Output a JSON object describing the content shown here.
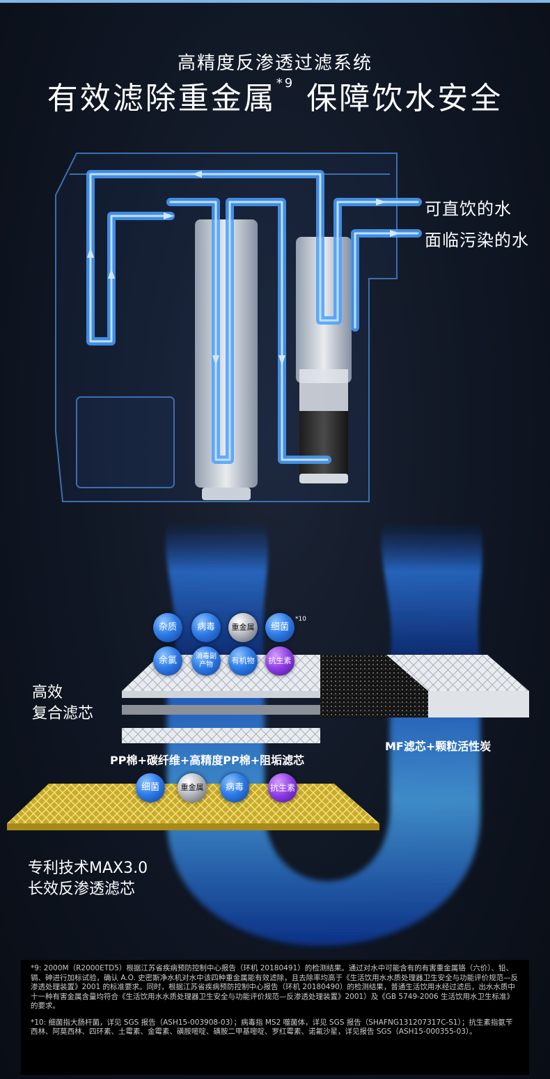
{
  "header": {
    "subtitle": "高精度反渗透过滤系统",
    "title_part1": "有效滤除重金属",
    "title_sup": "*9",
    "title_part2": "保障饮水安全"
  },
  "callouts": {
    "drinkable": "可直饮的水",
    "polluted": "面临污染的水"
  },
  "layers": {
    "composite_line1": "高效",
    "composite_line2": "复合滤芯",
    "pp_label": "PP棉+碳纤维+高精度PP棉+阻垢滤芯",
    "mf_label": "MF滤芯+颗粒活性炭",
    "ro_line1": "专利技术MAX3.0",
    "ro_line2": "长效反渗透滤芯"
  },
  "contaminants_top_row": [
    {
      "label": "杂质",
      "color": "blue"
    },
    {
      "label": "病毒",
      "color": "blue"
    },
    {
      "label": "重金属",
      "color": "gray"
    },
    {
      "label": "细菌",
      "color": "blue",
      "sup": "*10"
    }
  ],
  "contaminants_second_row": [
    {
      "label": "余氯",
      "color": "blue"
    },
    {
      "label": "消毒副产物",
      "color": "blue"
    },
    {
      "label": "有机物",
      "color": "blue"
    },
    {
      "label": "抗生素",
      "color": "purple"
    }
  ],
  "contaminants_ro_row": [
    {
      "label": "细菌",
      "color": "blue"
    },
    {
      "label": "重金属",
      "color": "gray"
    },
    {
      "label": "病毒",
      "color": "blue"
    },
    {
      "label": "抗生素",
      "color": "purple"
    }
  ],
  "footnotes": {
    "note9": "*9: 2000M（R2000ETD5）根据江苏省疾病预防控制中心报告（环机 20180491）的检测结果。通过对水中可能含有的有害重金属铬（六价）、铅、镉、砷进行加标试验，确认 A.O. 史密斯净水机对水中该四种重金属能有效滤除，且去除率均高于《生活饮用水水质处理器卫生安全与功能评价规范—反渗透处理装置》2001 的标准要求。同时，根据江苏省疾病预防控制中心报告（环机 20180490）的检测结果，普通生活饮用水经过滤后，出水水质中十一种有害金属含量均符合《生活饮用水水质处理器卫生安全与功能评价规范—反渗透处理装置》2001）及《GB 5749-2006 生活饮用水卫生标准》的要求。",
    "note10": "*10: 细菌指大肠杆菌，详见 SGS 报告（ASH15-003908-03）；病毒指 MS2 噬菌体，详见 SGS 报告（SHAFNG131207317C-S1）；抗生素指氨苄西林、阿莫西林、四环素、土霉素、金霉素、磺胺嘧啶、磺胺二甲基嘧啶、罗红霉素、诺氟沙星，详见报告 SGS（ASH15-000355-03）。"
  },
  "colors": {
    "background": "#0f1522",
    "flow_blue": "#3c8ff0",
    "highlight": "#7fc4ff",
    "ro_gold": "#e0c13a"
  }
}
